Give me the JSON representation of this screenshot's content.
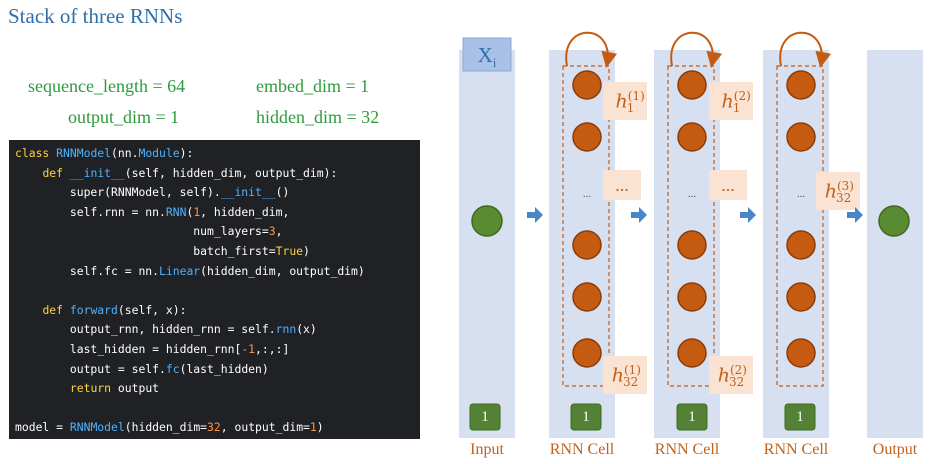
{
  "title": "Stack of three RNNs",
  "params": {
    "sequence_length": "sequence_length = 64",
    "embed_dim": "embed_dim = 1",
    "output_dim": "output_dim = 1",
    "hidden_dim": "hidden_dim = 32"
  },
  "code_lines": [
    [
      {
        "t": "class ",
        "c": "kw"
      },
      {
        "t": "RNNModel",
        "c": "fn"
      },
      {
        "t": "(nn.",
        "c": ""
      },
      {
        "t": "Module",
        "c": "fn"
      },
      {
        "t": "):",
        "c": ""
      }
    ],
    [
      {
        "t": "    ",
        "c": ""
      },
      {
        "t": "def ",
        "c": "kw"
      },
      {
        "t": "__init__",
        "c": "fn"
      },
      {
        "t": "(self, hidden_dim, output_dim):",
        "c": ""
      }
    ],
    [
      {
        "t": "        super(RNNModel, self).",
        "c": ""
      },
      {
        "t": "__init__",
        "c": "fn"
      },
      {
        "t": "()",
        "c": ""
      }
    ],
    [
      {
        "t": "        self.rnn = nn.",
        "c": ""
      },
      {
        "t": "RNN",
        "c": "fn"
      },
      {
        "t": "(",
        "c": ""
      },
      {
        "t": "1",
        "c": "num"
      },
      {
        "t": ", hidden_dim,",
        "c": ""
      }
    ],
    [
      {
        "t": "                          num_layers=",
        "c": ""
      },
      {
        "t": "3",
        "c": "num"
      },
      {
        "t": ",",
        "c": ""
      }
    ],
    [
      {
        "t": "                          batch_first=",
        "c": ""
      },
      {
        "t": "True",
        "c": "kw"
      },
      {
        "t": ")",
        "c": ""
      }
    ],
    [
      {
        "t": "        self.fc = nn.",
        "c": ""
      },
      {
        "t": "Linear",
        "c": "fn"
      },
      {
        "t": "(hidden_dim, output_dim)",
        "c": ""
      }
    ],
    [
      {
        "t": "",
        "c": ""
      }
    ],
    [
      {
        "t": "    ",
        "c": ""
      },
      {
        "t": "def ",
        "c": "kw"
      },
      {
        "t": "forward",
        "c": "fn"
      },
      {
        "t": "(self, x):",
        "c": ""
      }
    ],
    [
      {
        "t": "        output_rnn, hidden_rnn = self.",
        "c": ""
      },
      {
        "t": "rnn",
        "c": "fn"
      },
      {
        "t": "(x)",
        "c": ""
      }
    ],
    [
      {
        "t": "        last_hidden = hidden_rnn[",
        "c": ""
      },
      {
        "t": "-1",
        "c": "num"
      },
      {
        "t": ",:,:]",
        "c": ""
      }
    ],
    [
      {
        "t": "        output = self.",
        "c": ""
      },
      {
        "t": "fc",
        "c": "fn"
      },
      {
        "t": "(last_hidden)",
        "c": ""
      }
    ],
    [
      {
        "t": "        ",
        "c": ""
      },
      {
        "t": "return ",
        "c": "kw"
      },
      {
        "t": "output",
        "c": ""
      }
    ],
    [
      {
        "t": "",
        "c": ""
      }
    ],
    [
      {
        "t": "model = ",
        "c": ""
      },
      {
        "t": "RNNModel",
        "c": "fn"
      },
      {
        "t": "(hidden_dim=",
        "c": ""
      },
      {
        "t": "32",
        "c": "num"
      },
      {
        "t": ", output_dim=",
        "c": ""
      },
      {
        "t": "1",
        "c": "num"
      },
      {
        "t": ")",
        "c": ""
      }
    ]
  ],
  "diagram": {
    "input_symbol": "X",
    "input_subscript": "i",
    "one_label": "1",
    "dots": "...",
    "small_dots": "...",
    "columns": [
      "Input",
      "RNN Cell",
      "RNN Cell",
      "RNN Cell",
      "Output"
    ],
    "hidden_labels": [
      {
        "base": "h",
        "sub": "1",
        "sup": "(1)"
      },
      {
        "base": "h",
        "sub": "1",
        "sup": "(2)"
      },
      {
        "base": "h",
        "sub": "32",
        "sup": "(3)"
      },
      {
        "base": "h",
        "sub": "32",
        "sup": "(1)"
      },
      {
        "base": "h",
        "sub": "32",
        "sup": "(2)"
      }
    ]
  },
  "colors": {
    "column_fill": "#d6e0f1",
    "input_node": "#5a8a32",
    "hidden_node": "#c55a11",
    "label_bg": "#fbe3d4",
    "arrow": "#4a86c6",
    "one_box": "#548235"
  }
}
